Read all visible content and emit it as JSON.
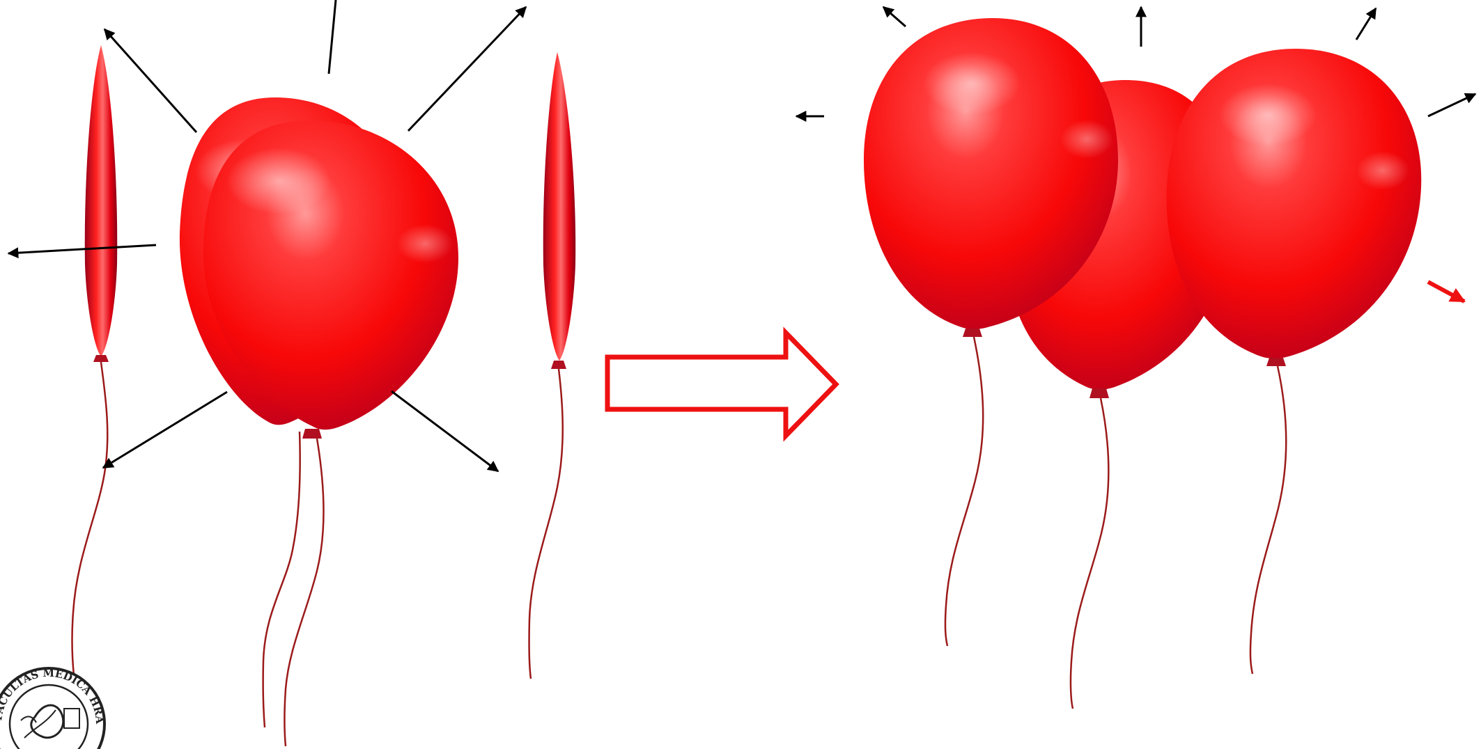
{
  "colors": {
    "background": "#ffffff",
    "balloon_light": "#ff7a7a",
    "balloon_mid": "#ff0d0d",
    "balloon_dark": "#9a0018",
    "string": "#9b1a1a",
    "arrow_black": "#000000",
    "arrow_red": "#ee1111",
    "transition_arrow_outline": "#ee1111"
  },
  "left_panel": {
    "balloons": [
      {
        "name": "thin-balloon-left",
        "view": "edge-on"
      },
      {
        "name": "pair-balloon-back",
        "view": "front"
      },
      {
        "name": "pair-balloon-front",
        "view": "front"
      },
      {
        "name": "thin-balloon-right",
        "view": "edge-on"
      }
    ],
    "arrow_count": 6,
    "arrow_color": "black"
  },
  "transition": {
    "icon": "hollow-right-arrow-icon",
    "outline_color": "red"
  },
  "right_panel": {
    "balloons": [
      {
        "name": "balloon-left",
        "view": "front"
      },
      {
        "name": "balloon-middle",
        "view": "front"
      },
      {
        "name": "balloon-right",
        "view": "front"
      }
    ],
    "arrow_count": 6,
    "highlighted_arrow_color": "red"
  },
  "logo": {
    "icon": "faculty-seal-icon",
    "text": "FACULTAS MEDICA HRADEC KRALOVE"
  }
}
